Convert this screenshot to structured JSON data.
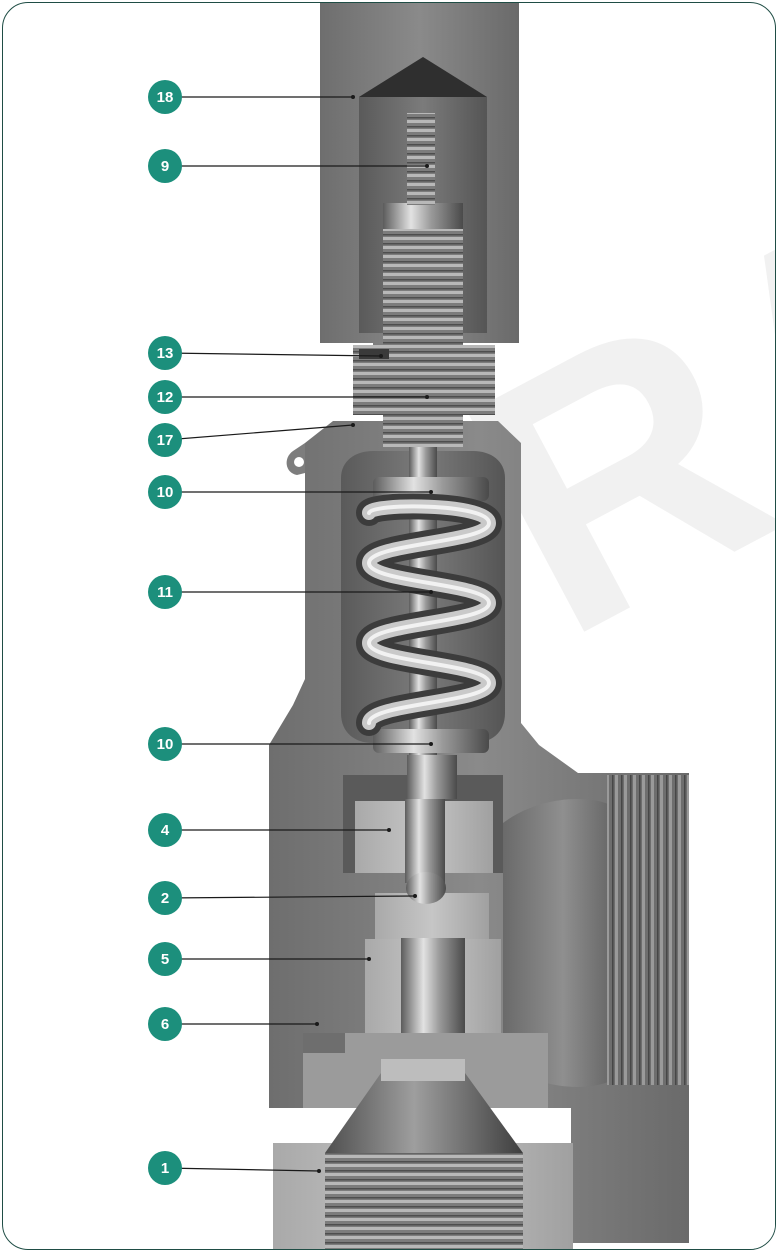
{
  "diagram": {
    "colors": {
      "badge": "#1c8f7c",
      "badge_text": "#ffffff",
      "leader_line": "#1a1a1a",
      "frame_border": "#1f4d45",
      "watermark": "#f1f1f1"
    },
    "watermark_text": "RA",
    "callouts": [
      {
        "id": "18",
        "label": "18"
      },
      {
        "id": "9",
        "label": "9"
      },
      {
        "id": "13",
        "label": "13"
      },
      {
        "id": "12",
        "label": "12"
      },
      {
        "id": "17",
        "label": "17"
      },
      {
        "id": "10a",
        "label": "10"
      },
      {
        "id": "11",
        "label": "11"
      },
      {
        "id": "10b",
        "label": "10"
      },
      {
        "id": "4",
        "label": "4"
      },
      {
        "id": "2",
        "label": "2"
      },
      {
        "id": "5",
        "label": "5"
      },
      {
        "id": "6",
        "label": "6"
      },
      {
        "id": "1",
        "label": "1"
      }
    ]
  }
}
